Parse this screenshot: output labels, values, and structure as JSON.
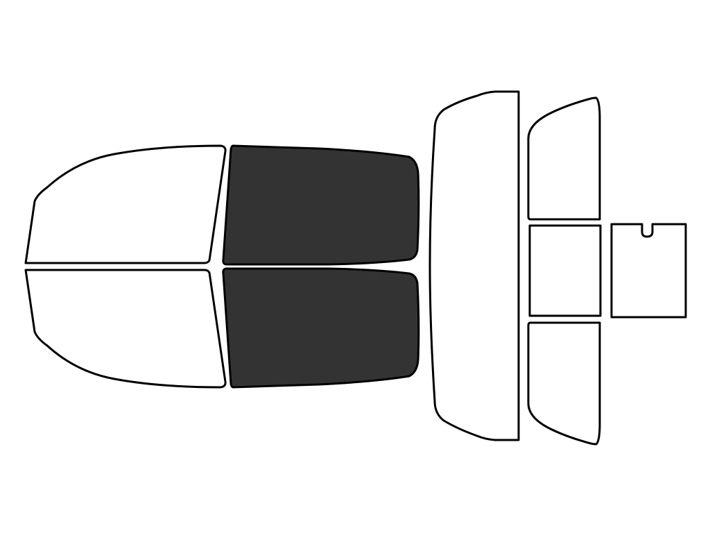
{
  "colors": {
    "background": "#ffffff",
    "outline": "#000000",
    "untinted": "#ffffff",
    "tinted": "#333333"
  },
  "panes": [
    {
      "id": "front-driver-window",
      "tinted": false
    },
    {
      "id": "front-passenger-window",
      "tinted": false
    },
    {
      "id": "rear-driver-window",
      "tinted": true
    },
    {
      "id": "rear-passenger-window",
      "tinted": true
    },
    {
      "id": "windshield",
      "tinted": false
    },
    {
      "id": "rear-quarter-top-window",
      "tinted": false
    },
    {
      "id": "rear-slider-window",
      "tinted": false
    },
    {
      "id": "rear-quarter-bottom-window",
      "tinted": false
    },
    {
      "id": "sunroof",
      "tinted": false
    }
  ]
}
